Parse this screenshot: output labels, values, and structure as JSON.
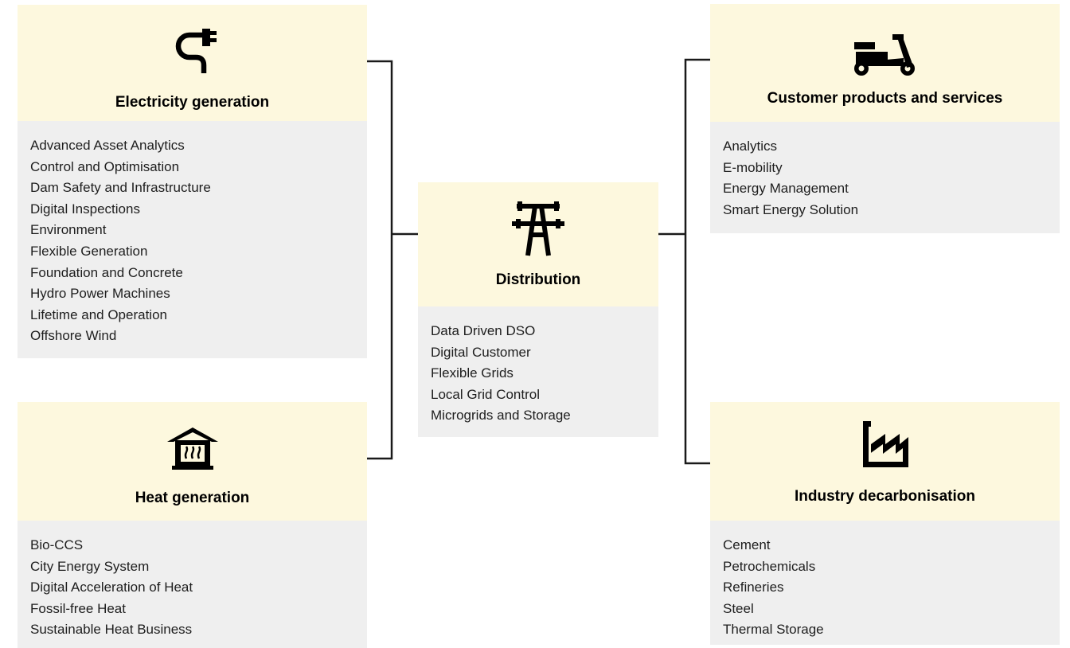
{
  "categories": {
    "electricity": {
      "title": "Electricity generation",
      "icon": "power-plug-icon",
      "items": [
        "Advanced Asset Analytics",
        "Control and Optimisation",
        "Dam Safety and Infrastructure",
        "Digital Inspections",
        "Environment",
        "Flexible Generation",
        "Foundation and Concrete",
        "Hydro Power Machines",
        "Lifetime and Operation",
        "Offshore Wind"
      ]
    },
    "heat": {
      "title": "Heat generation",
      "icon": "heated-house-icon",
      "items": [
        "Bio-CCS",
        "City Energy System",
        "Digital Acceleration of Heat",
        "Fossil-free Heat",
        "Sustainable Heat Business"
      ]
    },
    "distribution": {
      "title": "Distribution",
      "icon": "transmission-tower-icon",
      "items": [
        "Data Driven DSO",
        "Digital Customer",
        "Flexible Grids",
        "Local Grid Control",
        "Microgrids and Storage"
      ]
    },
    "customer": {
      "title": "Customer products and services",
      "icon": "electric-scooter-icon",
      "items": [
        "Analytics",
        "E-mobility",
        "Energy Management",
        "Smart Energy Solution"
      ]
    },
    "industry": {
      "title": "Industry decarbonisation",
      "icon": "factory-icon",
      "items": [
        "Cement",
        "Petrochemicals",
        "Refineries",
        "Steel",
        "Thermal Storage"
      ]
    }
  },
  "colors": {
    "header_background": "#fdf8de",
    "body_background": "#efefef",
    "line": "#1a1a1a",
    "text": "#1e1e1e"
  }
}
